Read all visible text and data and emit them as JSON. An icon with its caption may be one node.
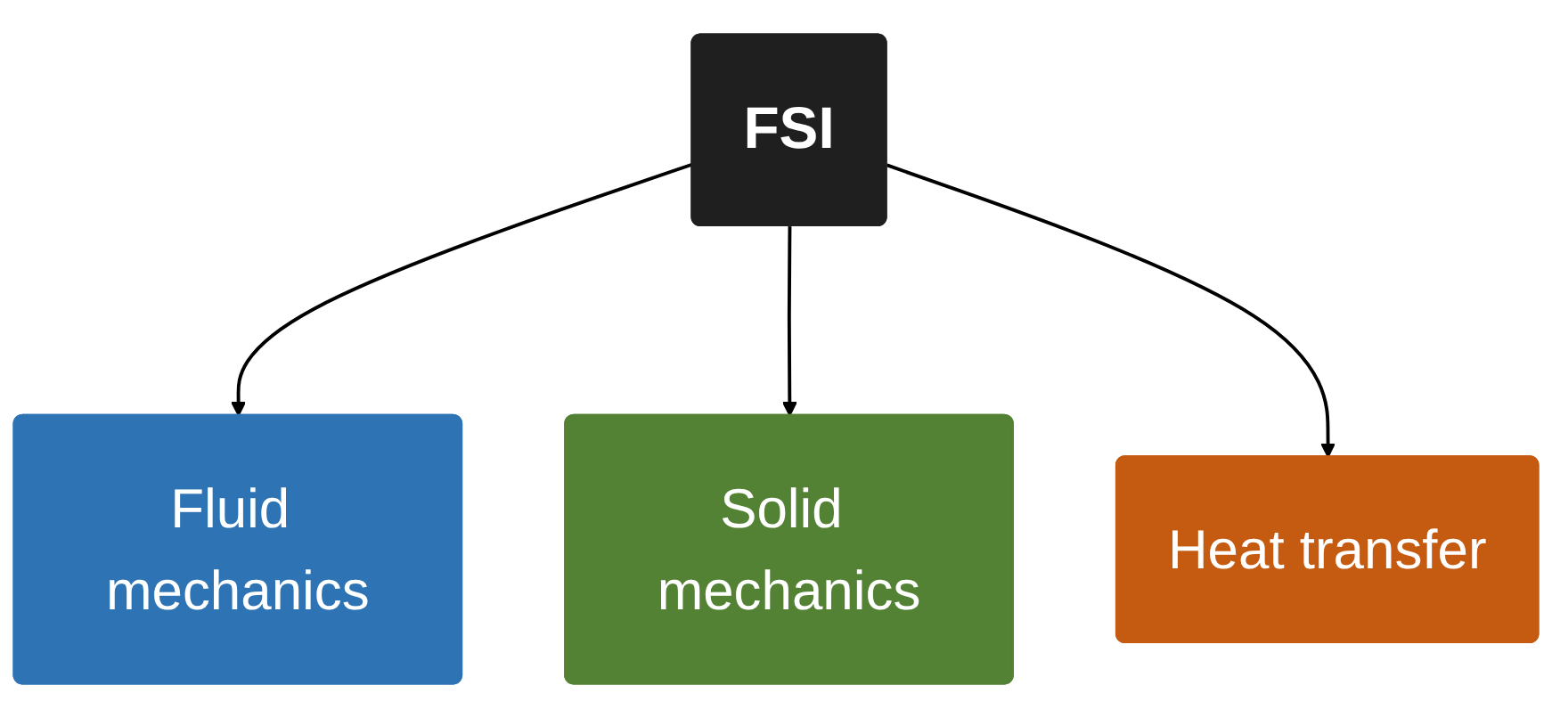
{
  "diagram": {
    "nodes": [
      {
        "text": [
          "FSI"
        ]
      },
      {
        "text": [
          "Fluid mechanics"
        ]
      },
      {
        "text": [
          "Solid mechanics"
        ]
      },
      {
        "text": [
          "Heat transfer"
        ]
      }
    ],
    "edges": [
      {
        "from": 0,
        "to": 1,
        "arrow": "to"
      },
      {
        "from": 0,
        "to": 2,
        "arrow": "to"
      },
      {
        "from": 0,
        "to": 3,
        "arrow": "to"
      }
    ]
  }
}
